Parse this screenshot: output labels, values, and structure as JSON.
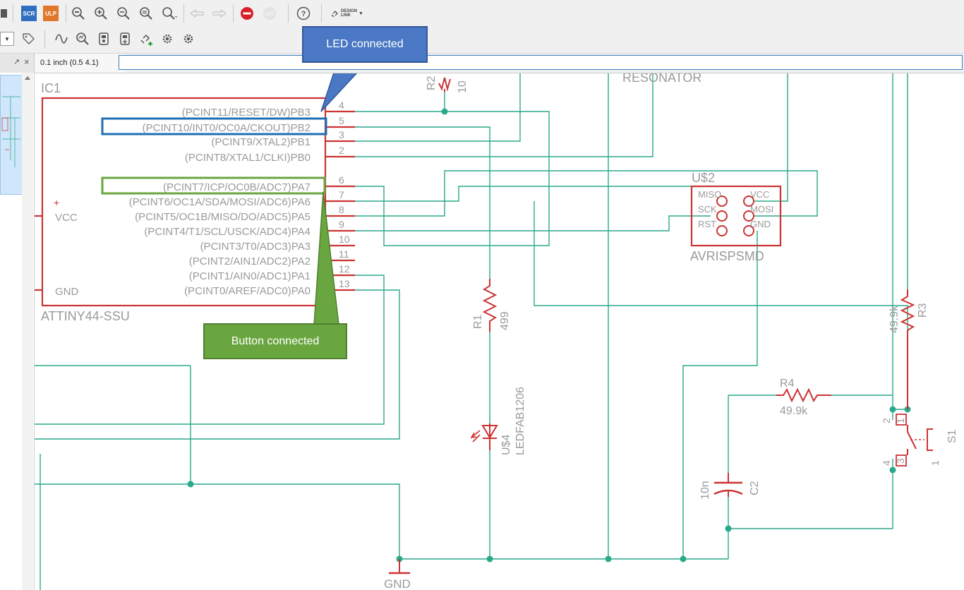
{
  "toolbar": {
    "scr_label": "SCR",
    "ulp_label": "ULP",
    "design_link_label_1": "DESIGN",
    "design_link_label_2": "LINK"
  },
  "command_bar": {
    "coordinate_readout": "0.1 inch (0.5 4.1)",
    "command_value": "",
    "panel_pin_icon": "↗",
    "panel_close_icon": "×"
  },
  "callouts": {
    "led": "LED connected",
    "button": "Button connected"
  },
  "schematic": {
    "ic1": {
      "name": "IC1",
      "value": "ATTINY44-SSU",
      "vcc": "VCC",
      "gnd": "GND",
      "pins": [
        {
          "label": "(PCINT11/RESET/DW)PB3",
          "num": "4"
        },
        {
          "label": "(PCINT10/INT0/OC0A/CKOUT)PB2",
          "num": "5"
        },
        {
          "label": "(PCINT9/XTAL2)PB1",
          "num": "3"
        },
        {
          "label": "(PCINT8/XTAL1/CLKI)PB0",
          "num": "2"
        },
        {
          "label": "(PCINT7/ICP/OC0B/ADC7)PA7",
          "num": "6"
        },
        {
          "label": "(PCINT6/OC1A/SDA/MOSI/ADC6)PA6",
          "num": "7"
        },
        {
          "label": "(PCINT5/OC1B/MISO/DO/ADC5)PA5",
          "num": "8"
        },
        {
          "label": "(PCINT4/T1/SCL/USCK/ADC4)PA4",
          "num": "9"
        },
        {
          "label": "(PCINT3/T0/ADC3)PA3",
          "num": "10"
        },
        {
          "label": "(PCINT2/AIN1/ADC2)PA2",
          "num": "11"
        },
        {
          "label": "(PCINT1/AIN0/ADC1)PA1",
          "num": "12"
        },
        {
          "label": "(PCINT0/AREF/ADC0)PA0",
          "num": "13"
        }
      ]
    },
    "r2": {
      "name": "R2",
      "value": "10"
    },
    "resonator": "RESONATOR",
    "us2": {
      "name": "U$2",
      "value": "AVRISPSMD",
      "pins": [
        "MISO",
        "VCC",
        "SCK",
        "MOSI",
        "RST",
        "GND"
      ]
    },
    "r1": {
      "name": "R1",
      "value": "499"
    },
    "led": {
      "name": "U$4",
      "value": "LEDFAB1206"
    },
    "r3": {
      "name": "R3",
      "value": "49.9k"
    },
    "r4": {
      "name": "R4",
      "value": "49.9k"
    },
    "c2": {
      "name": "C2",
      "value": "10n"
    },
    "s1": {
      "name": "S1",
      "pin2": "2",
      "pin1": "1",
      "pin4": "4",
      "pin3": "3",
      "pin1b": "1"
    },
    "gnd_label": "GND"
  },
  "colors": {
    "wire": "#2aa98a",
    "part": "#cc3333",
    "text": "#9a9a9a",
    "led_callout": "#4a78c4",
    "button_callout": "#6aa640",
    "highlight_blue": "#1f6fb5",
    "highlight_green": "#6aa640"
  }
}
